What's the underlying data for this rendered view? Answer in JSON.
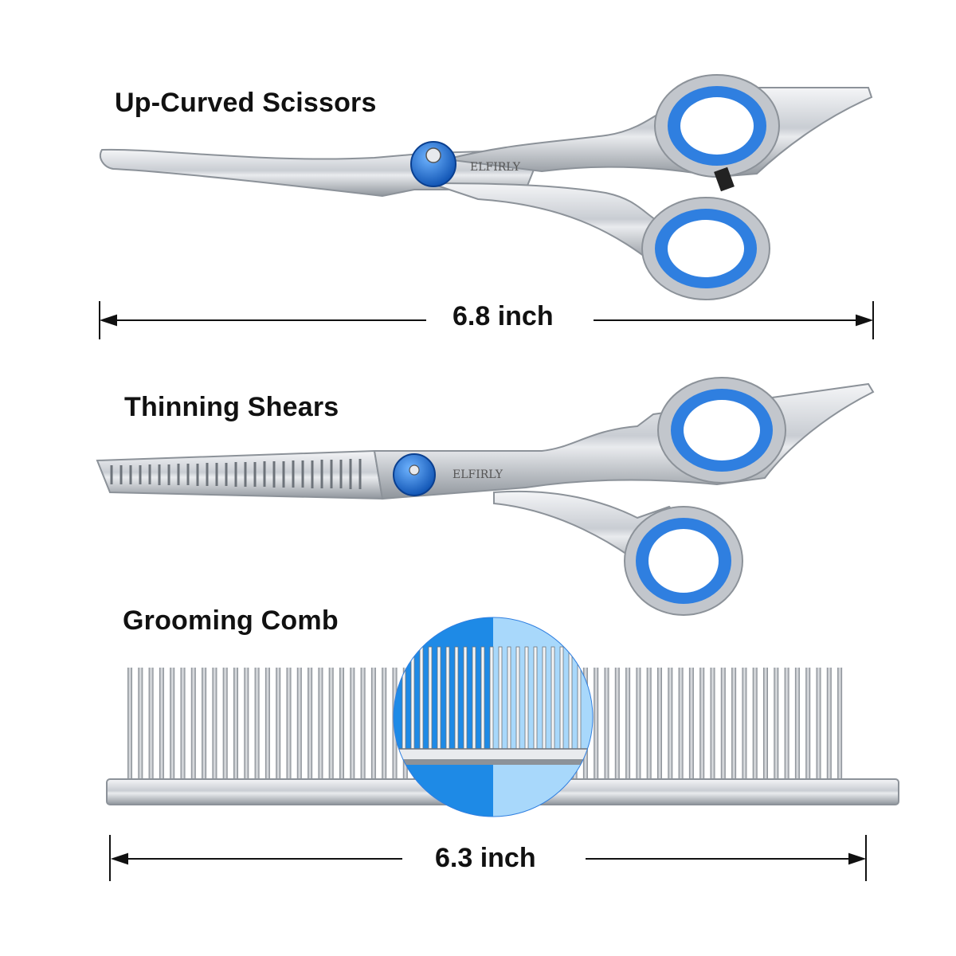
{
  "labels": {
    "scissors": "Up-Curved Scissors",
    "thinning": "Thinning Shears",
    "comb": "Grooming Comb"
  },
  "brand": {
    "scissors_engraving": "ELFIRLY",
    "thinning_engraving": "ELFIRLY"
  },
  "dimensions": {
    "scissors_length": "6.8 inch",
    "comb_length": "6.3 inch"
  },
  "colors": {
    "accent_blue": "#2f7fe0",
    "steel": "#c8ccd2",
    "steel_dark": "#8c9299",
    "zoom_blue_dark": "#1e8ae6",
    "zoom_blue_light": "#a8d8fb"
  }
}
